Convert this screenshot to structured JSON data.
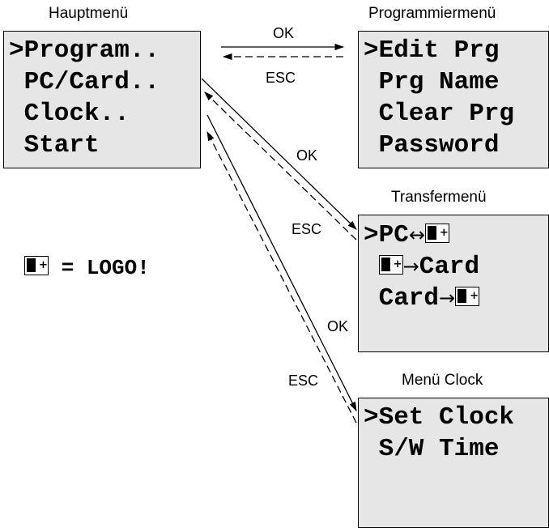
{
  "main_menu": {
    "title": "Hauptmenü",
    "lines": [
      ">Program..",
      " PC/Card..",
      " Clock..",
      " Start"
    ]
  },
  "program_menu": {
    "title": "Programmiermenü",
    "lines": [
      ">Edit Prg",
      " Prg Name",
      " Clear Prg",
      " Password"
    ]
  },
  "transfer_menu": {
    "title": "Transfermenü",
    "line1_prefix": ">PC",
    "line2_suffix": "Card",
    "line3_prefix": " Card"
  },
  "clock_menu": {
    "title": "Menü Clock",
    "lines": [
      ">Set Clock",
      " S/W Time"
    ]
  },
  "legend": {
    "text": "= LOGO!",
    "icon": "logo-module-icon"
  },
  "arrows": {
    "ok": "OK",
    "esc": "ESC"
  },
  "colors": {
    "lcd_background": "#e6e6e6",
    "line": "#000000"
  }
}
